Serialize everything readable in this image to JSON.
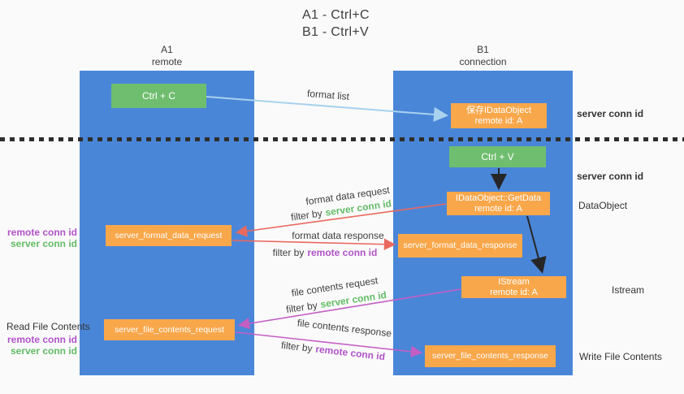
{
  "title": {
    "line1": "A1 - Ctrl+C",
    "line2": "B1 - Ctrl+V"
  },
  "lanes": {
    "left": {
      "name": "A1",
      "role": "remote"
    },
    "right": {
      "name": "B1",
      "role": "connection"
    }
  },
  "nodes": {
    "ctrl_c": {
      "label": "Ctrl + C"
    },
    "save_idataobject": {
      "line1": "保存IDataObject",
      "line2": "remote id: A"
    },
    "ctrl_v": {
      "label": "Ctrl + V"
    },
    "idataobject_getdata": {
      "line1": "IDataObject::GetData",
      "line2": "remote id: A"
    },
    "server_format_data_request": {
      "label": "server_format_data_request"
    },
    "server_format_data_response": {
      "label": "server_format_data_response"
    },
    "istream": {
      "line1": "IStream",
      "line2": "remote id: A"
    },
    "server_file_contents_request": {
      "label": "server_file_contents_request"
    },
    "server_file_contents_response": {
      "label": "server_file_contents_response"
    }
  },
  "flow_labels": {
    "format_list": "format list",
    "format_data_request": "format data request",
    "format_data_response": "format data response",
    "file_contents_request": "file contents request",
    "file_contents_response": "file contents response",
    "filter_by": "filter by",
    "server_conn_id": "server conn id",
    "remote_conn_id": "remote conn id"
  },
  "side_labels": {
    "server_conn_id_right_top": "server conn id",
    "server_conn_id_right_mid": "server conn id",
    "dataobject": "DataObject",
    "istream": "Istream",
    "write_file_contents": "Write File Contents",
    "read_file_contents": "Read File Contents",
    "remote_conn_id_left_top": "remote conn id",
    "server_conn_id_left_top": "server conn id",
    "remote_conn_id_left_bottom": "remote conn id",
    "server_conn_id_left_bottom": "server conn id"
  },
  "colors": {
    "bg": "#fafafa",
    "lane_blue": "#4a86d8",
    "node_green": "#6fbe6f",
    "node_orange": "#f9a74b",
    "arrow_blue": "#a9d2ee",
    "arrow_red": "#e9695e",
    "arrow_magenta": "#c45ec4",
    "arrow_black": "#262626",
    "text_green": "#63bc66",
    "text_purple": "#b153c8",
    "text_dark": "#3d3d3d"
  }
}
